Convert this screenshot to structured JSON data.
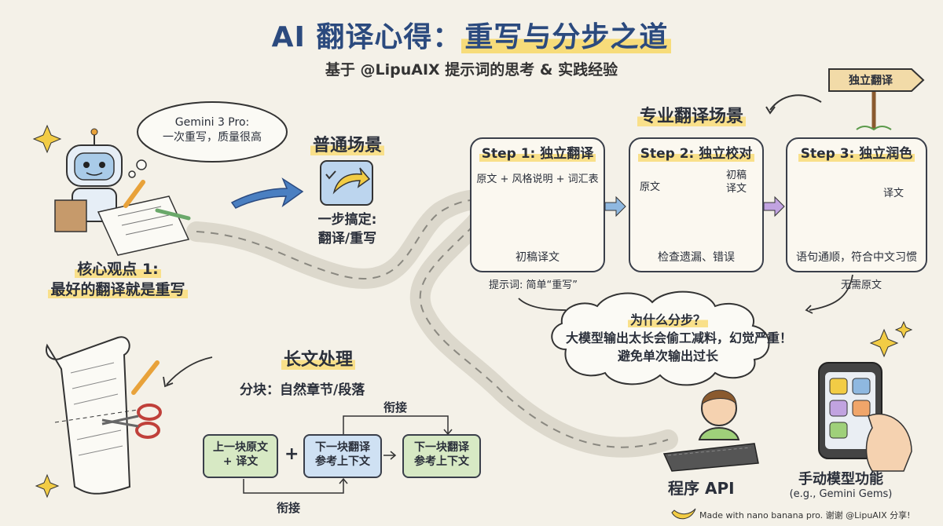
{
  "title": {
    "part1": "AI 翻译心得：",
    "part2": "重写与分步之道"
  },
  "subtitle": "基于 @LipuAIX 提示词的思考 & 实践经验",
  "left_robot": {
    "bubble": [
      "Gemini 3 Pro:",
      "一次重写，质量很高"
    ],
    "core_view": [
      "核心观点 1:",
      "最好的翻译就是重写"
    ]
  },
  "normal_scene": {
    "title": "普通场景",
    "desc": [
      "一步搞定:",
      "翻译/重写"
    ]
  },
  "professional": {
    "title": "专业翻译场景",
    "signpost": "独立翻译",
    "steps": [
      {
        "title": "Step 1: 独立翻译",
        "inputs": "原文 + 风格说明 + 词汇表",
        "output": "初稿译文"
      },
      {
        "title": "Step 2: 独立校对",
        "input_left": "原文",
        "input_right": [
          "初稿",
          "译文"
        ],
        "output": "检查遗漏、错误"
      },
      {
        "title": "Step 3: 独立润色",
        "input_right": "译文",
        "output": "语句通顺，符合中文习惯"
      }
    ],
    "prompt_note": "提示词: 简单“重写”",
    "no_source_note": "无需原文"
  },
  "why_split": {
    "title": "为什么分步？",
    "lines": [
      "大模型输出太长会偷工减料，幻觉严重！",
      "避免单次输出过长"
    ]
  },
  "long_text": {
    "title": "长文处理",
    "chunking": "分块：自然章节/段落",
    "blocks": [
      {
        "lines": [
          "上一块原文",
          "+ 译文"
        ],
        "color": "#d7e9c4"
      },
      {
        "lines": [
          "下一块翻译",
          "参考上下文"
        ],
        "color": "#cfe1f3"
      },
      {
        "lines": [
          "下一块翻译",
          "参考上下文"
        ],
        "color": "#d7e9c4"
      }
    ],
    "plus": "+",
    "link_top": "衔接",
    "link_bottom": "衔接"
  },
  "program_api": "程序 API",
  "manual": {
    "title": "手动模型功能",
    "sub": "(e.g., Gemini Gems)"
  },
  "footer": "Made with nano banana pro. 谢谢 @LipuAIX 分享!",
  "colors": {
    "title_blue": "#2b4a7e",
    "highlight_yellow": "#f9e08a",
    "robot_blue": "#a9cbe8",
    "arrow_blue": "#4a7fc1"
  }
}
